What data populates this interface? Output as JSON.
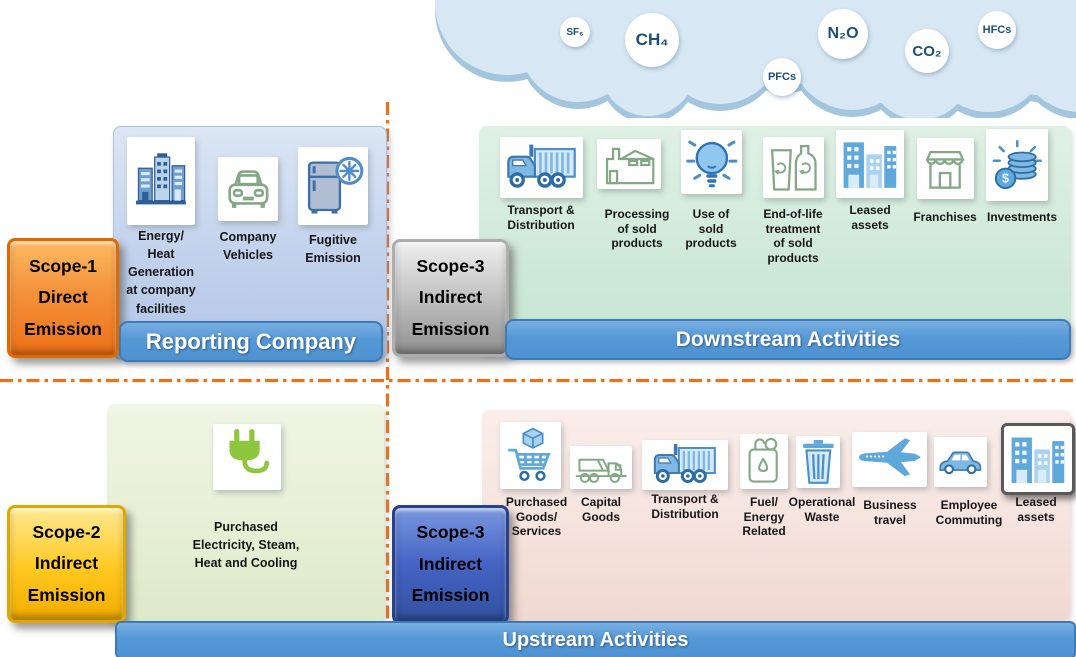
{
  "colors": {
    "divider_orange": "#ED7117",
    "banner_blue": "#5B9BD5",
    "scope1_orange": "#F4923B",
    "scope2_yellow": "#FFC81F",
    "scope3_gray": "#A6A6A6",
    "scope3_blue": "#4463C4",
    "cloud_blue": "#D7E8F4",
    "gas_text_navy": "#1B4E79"
  },
  "cloud": {
    "gases": [
      {
        "name": "sf6",
        "label": "SF₆"
      },
      {
        "name": "ch4",
        "label": "CH₄"
      },
      {
        "name": "pfcs",
        "label": "PFCs"
      },
      {
        "name": "n2o",
        "label": "N₂O"
      },
      {
        "name": "co2",
        "label": "CO₂"
      },
      {
        "name": "hfcs",
        "label": "HFCs"
      }
    ]
  },
  "scope_labels": {
    "scope1": "Scope-1\nDirect\nEmission",
    "scope3_downstream": "Scope-3\nIndirect\nEmission",
    "scope2": "Scope-2\nIndirect\nEmission",
    "scope3_upstream": "Scope-3\nIndirect\nEmission"
  },
  "banners": {
    "reporting": "Reporting Company",
    "downstream": "Downstream Activities",
    "upstream": "Upstream Activities"
  },
  "reporting": {
    "items": [
      {
        "icon": "city-buildings-icon",
        "label": "Energy/\nHeat\nGeneration\nat company\nfacilities"
      },
      {
        "icon": "car-front-icon",
        "label": "Company\nVehicles"
      },
      {
        "icon": "refrigerator-icon",
        "label": "Fugitive\nEmission"
      }
    ]
  },
  "downstream": {
    "items": [
      {
        "icon": "truck-icon",
        "label": "Transport &\nDistribution"
      },
      {
        "icon": "factory-icon",
        "label": "Processing\nof sold\nproducts"
      },
      {
        "icon": "bulb-icon",
        "label": "Use of\nsold\nproducts"
      },
      {
        "icon": "recycle-icon",
        "label": "End-of-life\ntreatment\nof sold\nproducts"
      },
      {
        "icon": "buildings-icon",
        "label": "Leased\nassets"
      },
      {
        "icon": "storefront-icon",
        "label": "Franchises"
      },
      {
        "icon": "coins-icon",
        "label": "Investments"
      }
    ]
  },
  "scope2_panel": {
    "icon": "power-plug-icon",
    "caption": "Purchased\nElectricity, Steam,\nHeat and Cooling"
  },
  "upstream": {
    "items": [
      {
        "icon": "cart-icon",
        "label": "Purchased\nGoods/\nServices"
      },
      {
        "icon": "dump-truck-icon",
        "label": "Capital\nGoods"
      },
      {
        "icon": "truck-icon",
        "label": "Transport &\nDistribution"
      },
      {
        "icon": "fuel-can-icon",
        "label": "Fuel/\nEnergy\nRelated"
      },
      {
        "icon": "trash-bin-icon",
        "label": "Operational\nWaste"
      },
      {
        "icon": "airplane-icon",
        "label": "Business\ntravel"
      },
      {
        "icon": "car-side-icon",
        "label": "Employee\nCommuting"
      },
      {
        "icon": "buildings-icon",
        "label": "Leased\nassets"
      }
    ]
  }
}
